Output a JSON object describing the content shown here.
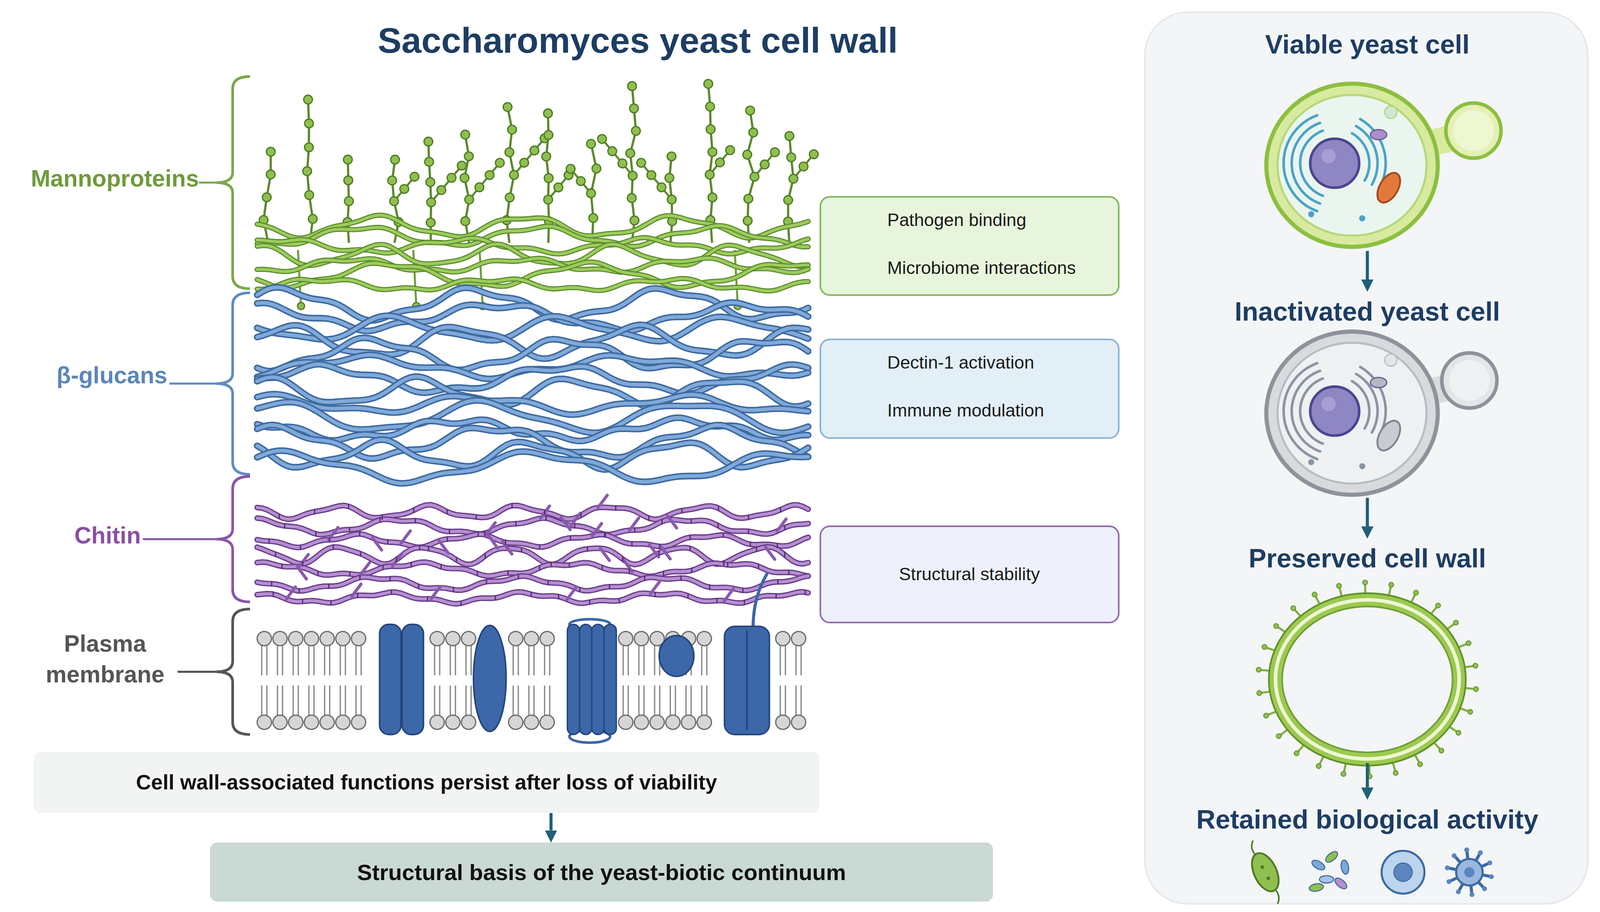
{
  "diagram": {
    "title": "Saccharomyces yeast cell wall",
    "nodes": [
      {
        "text": [
          "Pathogen binding",
          "Microbiome interactions"
        ]
      },
      {
        "text": [
          "Dectin-1 activation",
          "Immune modulation"
        ]
      },
      {
        "text": [
          "Structural stability"
        ]
      },
      {
        "text": [
          "Cell wall-associated functions persist after loss of viability"
        ]
      },
      {
        "text": [
          "Structural basis of the yeast-biotic continuum"
        ]
      },
      {
        "text": [
          "Viable yeast cell"
        ]
      },
      {
        "text": [
          "Inactivated yeast cell"
        ]
      },
      {
        "text": [
          "Preserved cell wall"
        ]
      },
      {
        "text": [
          "Retained biological activity"
        ]
      }
    ],
    "edges": [
      {
        "from": 3,
        "to": 4,
        "arrow": "to"
      },
      {
        "from": 5,
        "to": 6,
        "arrow": "to"
      },
      {
        "from": 6,
        "to": 7,
        "arrow": "to"
      },
      {
        "from": 7,
        "to": 8,
        "arrow": "to"
      }
    ],
    "labels": [
      "Mannoproteins",
      "β-glucans",
      "Chitin",
      "Plasma membrane"
    ]
  }
}
